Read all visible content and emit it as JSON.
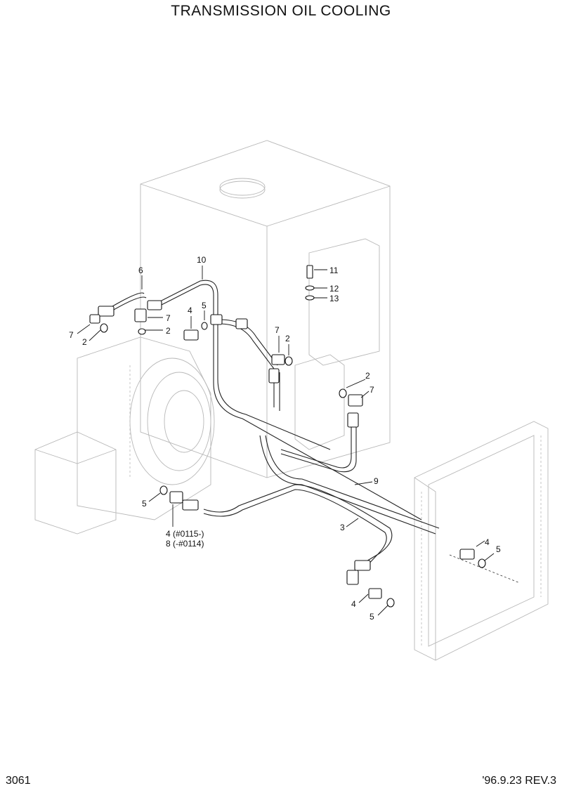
{
  "title": "TRANSMISSION OIL COOLING",
  "footer": {
    "page_number": "3061",
    "revision": "'96.9.23  REV.3"
  },
  "callouts": [
    {
      "id": "c6",
      "label": "6"
    },
    {
      "id": "c10",
      "label": "10"
    },
    {
      "id": "c11",
      "label": "11"
    },
    {
      "id": "c12",
      "label": "12"
    },
    {
      "id": "c13",
      "label": "13"
    },
    {
      "id": "c4a",
      "label": "4"
    },
    {
      "id": "c5a",
      "label": "5"
    },
    {
      "id": "c7a",
      "label": "7"
    },
    {
      "id": "c2a",
      "label": "2"
    },
    {
      "id": "c7b",
      "label": "7"
    },
    {
      "id": "c2b",
      "label": "2"
    },
    {
      "id": "c7c",
      "label": "7"
    },
    {
      "id": "c2c",
      "label": "2"
    },
    {
      "id": "c2d",
      "label": "2"
    },
    {
      "id": "c7d",
      "label": "7"
    },
    {
      "id": "c9",
      "label": "9"
    },
    {
      "id": "c3",
      "label": "3"
    },
    {
      "id": "c5b",
      "label": "5"
    },
    {
      "id": "c4b",
      "label": "4 (#0115-)"
    },
    {
      "id": "c8",
      "label": "8 (-#0114)"
    },
    {
      "id": "c4c",
      "label": "4"
    },
    {
      "id": "c5c",
      "label": "5"
    },
    {
      "id": "c4d",
      "label": "4"
    },
    {
      "id": "c5d",
      "label": "5"
    }
  ]
}
